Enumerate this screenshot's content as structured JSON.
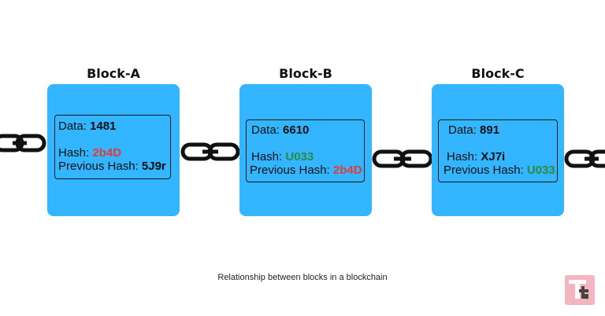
{
  "blocks": [
    {
      "title": "Block-A",
      "data_label": "Data: ",
      "data_value": "1481",
      "hash_label": "Hash: ",
      "hash_value": "2b4D",
      "prev_label": "Previous Hash: ",
      "prev_value": "5J9r"
    },
    {
      "title": "Block-B",
      "data_label": "Data: ",
      "data_value": "6610",
      "hash_label": "Hash: ",
      "hash_value": "U033",
      "prev_label": "Previous Hash: ",
      "prev_value": "2b4D"
    },
    {
      "title": "Block-C",
      "data_label": "Data: ",
      "data_value": "891",
      "hash_label": "Hash: ",
      "hash_value": "XJ7i",
      "prev_label": "Previous Hash: ",
      "prev_value": "U033"
    }
  ],
  "caption": "Relationship between blocks in a blockchain",
  "colors": {
    "block_fill": "#33b5ff",
    "hash_red": "#e53935",
    "hash_green": "#2e8b3d",
    "chain": "#111111",
    "logo_bg": "#f5b5c0"
  },
  "icons": {
    "chain_link": "chain-link-icon",
    "logo": "site-logo"
  }
}
